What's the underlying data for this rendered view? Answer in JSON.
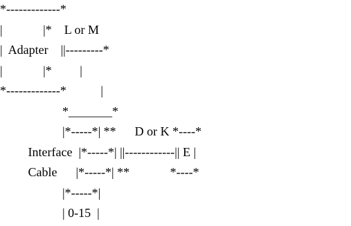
{
  "diagram": {
    "lines": [
      "*-------------*",
      "|             |*    L or M",
      "|  Adapter    ||---------*",
      "|             |*         |",
      "*-------------*           |",
      "                    *_______*",
      "                    |*-----*| **      D or K *----*",
      "         Interface  |*-----*| ||------------|| E |",
      "         Cable      |*-----*| **             *----*",
      "                    |*-----*|",
      "                    | 0-15  |"
    ]
  }
}
